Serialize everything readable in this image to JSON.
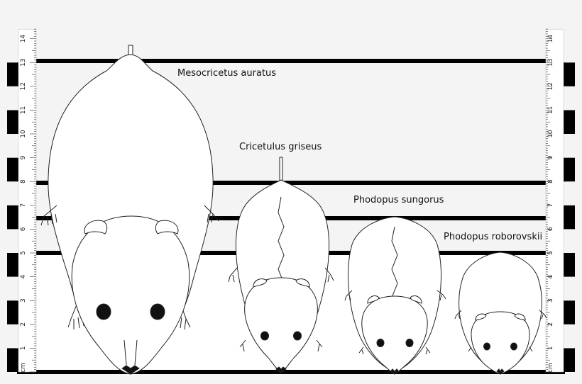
{
  "species": [
    {
      "id": "mesocricetus",
      "label": "Mesocricetus auratus"
    },
    {
      "id": "cricetulus",
      "label": "Cricetulus griseus"
    },
    {
      "id": "sungorus",
      "label": "Phodopus sungorus"
    },
    {
      "id": "roborovskii",
      "label": "Phodopus roborovskii"
    }
  ],
  "ruler": {
    "unit": "cm",
    "ticks": [
      "1",
      "2",
      "3",
      "4",
      "5",
      "6",
      "7",
      "8",
      "9",
      "10",
      "11",
      "12",
      "13",
      "14"
    ]
  }
}
